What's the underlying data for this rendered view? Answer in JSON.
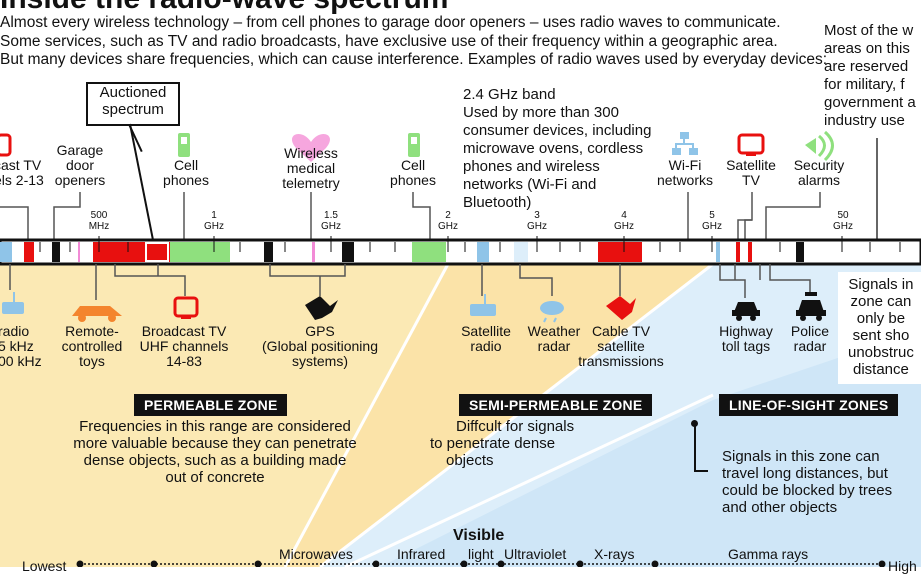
{
  "title": "Inside the radio-wave spectrum",
  "intro": [
    "Almost every wireless technology – from cell phones to garage door openers – uses radio waves to communicate.",
    "Some services, such as TV and radio broadcasts, have exclusive use of their frequency within a geographic area.",
    "But many devices share frequencies, which can cause interference. Examples of radio waves used by everyday devices:"
  ],
  "reserved_note": [
    "Most of the w",
    "areas on this",
    "are reserved",
    "for military, f",
    "government a",
    "industry use"
  ],
  "auction_box": [
    "Auctioned",
    "spectrum"
  ],
  "band_note": {
    "title": "2.4 GHz band",
    "lines": [
      "Used by more than 300",
      "consumer devices, including",
      "microwave ovens, cordless",
      "phones and wireless",
      "networks (Wi-Fi and",
      "Bluetooth)"
    ]
  },
  "top_devices": [
    {
      "label": [
        "cast TV",
        "els 2-13"
      ],
      "icon": "tv-icon"
    },
    {
      "label": [
        "Garage",
        "door",
        "openers"
      ],
      "icon": "remote-icon"
    },
    {
      "label": [
        "Cell",
        "phones"
      ],
      "icon": "cell-phone-icon"
    },
    {
      "label": [
        "Wireless",
        "medical",
        "telemetry"
      ],
      "icon": "heart-icon"
    },
    {
      "label": [
        "Cell",
        "phones"
      ],
      "icon": "cell-phone-icon"
    },
    {
      "label": [
        "Wi-Fi",
        "networks"
      ],
      "icon": "network-icon"
    },
    {
      "label": [
        "Satellite",
        "TV"
      ],
      "icon": "tv-icon"
    },
    {
      "label": [
        "Security",
        "alarms"
      ],
      "icon": "alarm-icon"
    }
  ],
  "ticks": [
    {
      "value": "500",
      "unit": "MHz"
    },
    {
      "value": "1",
      "unit": "GHz"
    },
    {
      "value": "1.5",
      "unit": "GHz"
    },
    {
      "value": "2",
      "unit": "GHz"
    },
    {
      "value": "3",
      "unit": "GHz"
    },
    {
      "value": "4",
      "unit": "GHz"
    },
    {
      "value": "5",
      "unit": "GHz"
    },
    {
      "value": "50",
      "unit": "GHz"
    }
  ],
  "bottom_devices": [
    {
      "label": [
        "radio",
        "5 kHz",
        "00 kHz"
      ],
      "icon": "radio-icon"
    },
    {
      "label": [
        "Remote-",
        "controlled",
        "toys"
      ],
      "icon": "rc-car-icon"
    },
    {
      "label": [
        "Broadcast TV",
        "UHF channels",
        "14-83"
      ],
      "icon": "tv-icon"
    },
    {
      "label": [
        "GPS",
        "(Global positioning",
        "systems)"
      ],
      "icon": "satellite-icon"
    },
    {
      "label": [
        "Satellite",
        "radio"
      ],
      "icon": "satellite-radio-icon"
    },
    {
      "label": [
        "Weather",
        "radar"
      ],
      "icon": "weather-radar-icon"
    },
    {
      "label": [
        "Cable TV",
        "satellite",
        "transmissions"
      ],
      "icon": "satellite-dish-icon"
    },
    {
      "label": [
        "Highway",
        "toll tags"
      ],
      "icon": "car-icon"
    },
    {
      "label": [
        "Police",
        "radar"
      ],
      "icon": "police-car-icon"
    }
  ],
  "los_note": [
    "Signals in",
    "zone can",
    "only be",
    "sent sho",
    "unobstruc",
    "distance"
  ],
  "zones": [
    {
      "name": "PERMEABLE ZONE",
      "text": [
        "Frequencies in this range are considered",
        "more valuable because they can penetrate",
        "dense objects, such as a building made",
        "out of concrete"
      ]
    },
    {
      "name": "SEMI-PERMEABLE ZONE",
      "text": [
        "Diffcult for signals",
        "to penetrate dense",
        "objects"
      ]
    },
    {
      "name": "LINE-OF-SIGHT ZONES",
      "text": [
        "Signals in this zone can",
        "travel long distances, but",
        "could be blocked by trees",
        "and other objects"
      ]
    }
  ],
  "scale": {
    "lowest": "Lowest",
    "highest": "High",
    "visible": "Visible",
    "light": "light",
    "microwaves": "Microwaves",
    "infrared": "Infrared",
    "ultraviolet": "Ultraviolet",
    "xrays": "X-rays",
    "gamma": "Gamma rays"
  },
  "colors": {
    "red": "#e8100f",
    "green": "#8fe07e",
    "blue": "#8fc4e8",
    "yellow": "#fbe9b4",
    "orange": "#f4852e",
    "pink": "#f28bd6",
    "lightblue": "#ddeefa"
  }
}
